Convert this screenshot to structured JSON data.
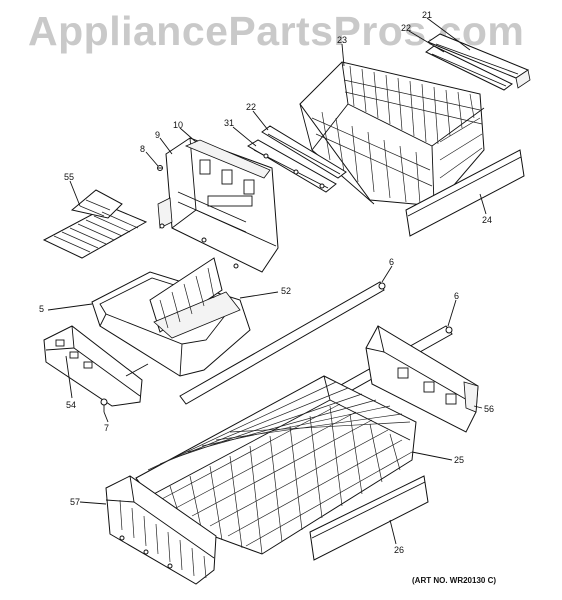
{
  "watermark": "AppliancePartsPros.com",
  "art_number": "(ART NO. WR20130 C)",
  "callouts": [
    "21",
    "22",
    "23",
    "22",
    "31",
    "10",
    "9",
    "8",
    "55",
    "24",
    "6",
    "5",
    "52",
    "6",
    "54",
    "7",
    "56",
    "25",
    "57",
    "26"
  ]
}
